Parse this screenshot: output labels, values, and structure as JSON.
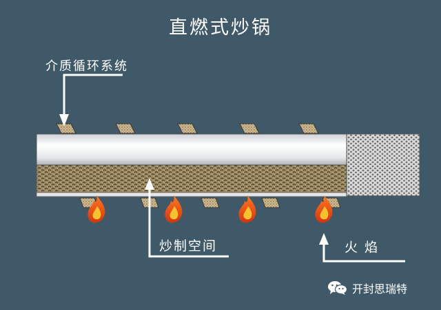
{
  "title": "直燃式炒锅",
  "labels": {
    "media_circulation": "介质循环系统",
    "roasting_space": "炒制空间",
    "flame": "火 焰"
  },
  "watermark": {
    "text": "开封思瑞特",
    "icon": "wechat-logo-icon"
  },
  "colors": {
    "background": "#3f5968",
    "drum_highlight": "#f4f4f4",
    "drum_shadow": "#9a9a9a",
    "beans": "#8a7a55",
    "mesh": "#b9b9b9",
    "flame_outer": "#e8501a",
    "flame_inner": "#f7c22e",
    "arrow": "#ffffff"
  }
}
